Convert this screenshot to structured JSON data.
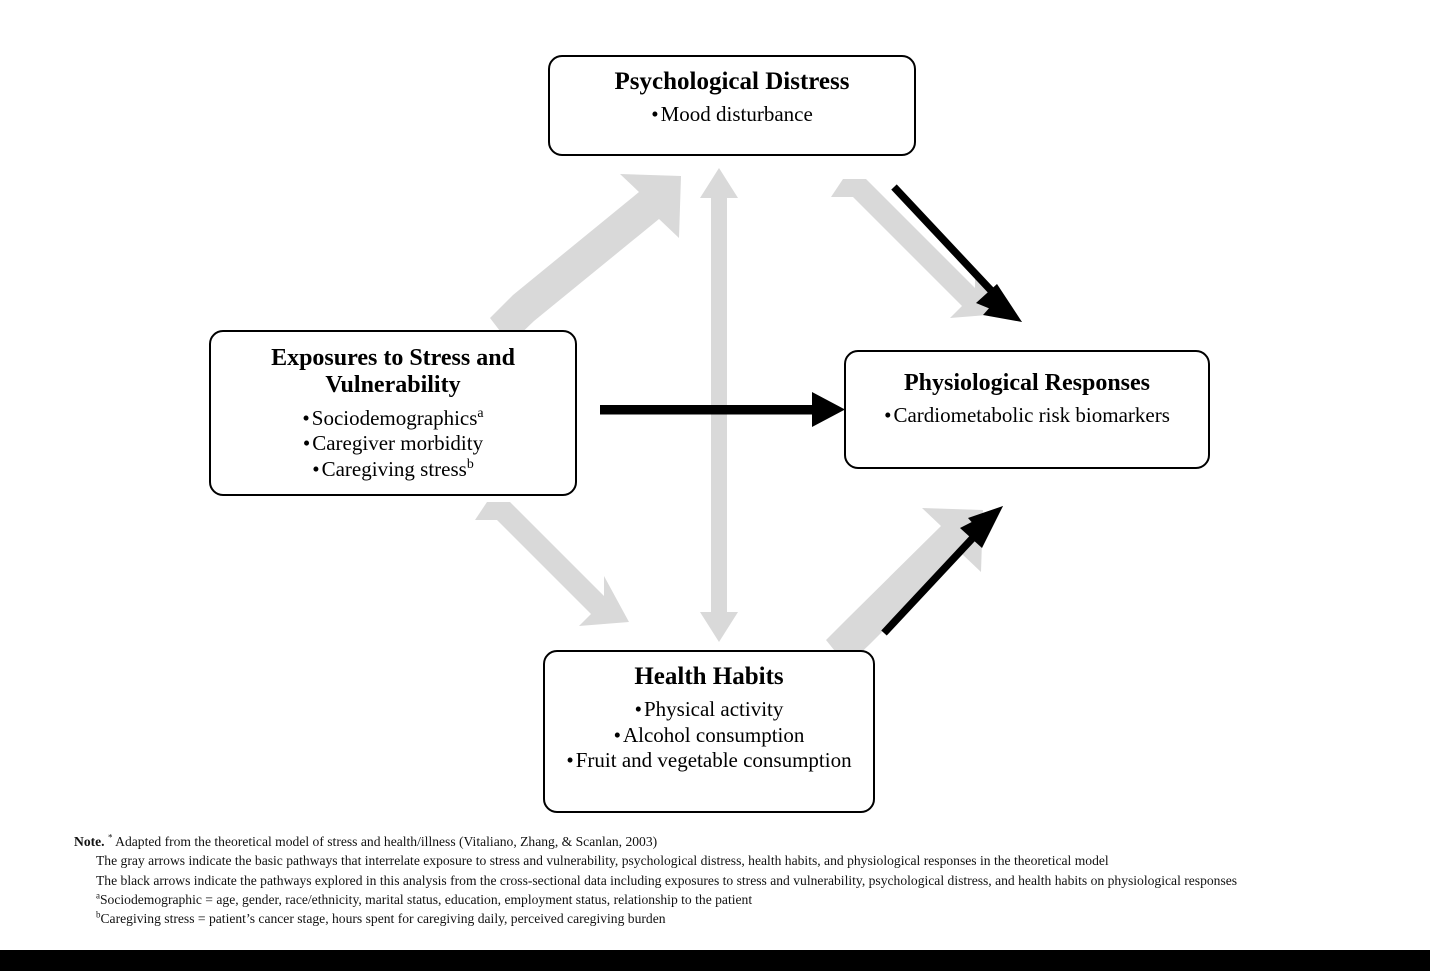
{
  "figure": {
    "type": "conceptual-path-diagram",
    "boxes": [
      {
        "id": "psychological-distress",
        "title": "Psychological Distress",
        "bullets": [
          "Mood disturbance"
        ]
      },
      {
        "id": "exposures-to-stress-and-vulnerability",
        "title_line1": "Exposures to Stress and",
        "title_line2": "Vulnerability",
        "bullets": [
          "Sociodemographics",
          "Caregiver morbidity",
          "Caregiving stress"
        ],
        "bullet_superscripts": [
          "a",
          "",
          "b"
        ]
      },
      {
        "id": "physiological-responses",
        "title": "Physiological Responses",
        "bullets": [
          "Cardiometabolic risk biomarkers"
        ]
      },
      {
        "id": "health-habits",
        "title": "Health Habits",
        "bullets": [
          "Physical activity",
          "Alcohol consumption",
          "Fruit and vegetable consumption"
        ]
      }
    ],
    "bullet_glyph": "•",
    "colors": {
      "gray_arrow": "#d9d9d9",
      "black_arrow": "#000000",
      "box_border": "#000000",
      "background": "#ffffff"
    },
    "arrows": [
      {
        "name": "gray-exposures-to-distress",
        "style": "gray-block",
        "from": "exposures-to-stress-and-vulnerability",
        "to": "psychological-distress"
      },
      {
        "name": "gray-habits-to-distress",
        "style": "gray-block-double",
        "from": "health-habits",
        "to": "psychological-distress"
      },
      {
        "name": "gray-distress-to-physiological",
        "style": "gray-block",
        "from": "psychological-distress",
        "to": "physiological-responses"
      },
      {
        "name": "gray-exposures-to-habits",
        "style": "gray-block",
        "from": "exposures-to-stress-and-vulnerability",
        "to": "health-habits"
      },
      {
        "name": "gray-habits-to-physiological",
        "style": "gray-block",
        "from": "health-habits",
        "to": "physiological-responses"
      },
      {
        "name": "black-distress-to-physiological",
        "style": "black-line",
        "from": "psychological-distress",
        "to": "physiological-responses"
      },
      {
        "name": "black-exposures-to-physiological",
        "style": "black-thick",
        "from": "exposures-to-stress-and-vulnerability",
        "to": "physiological-responses"
      },
      {
        "name": "black-habits-to-physiological",
        "style": "black-line",
        "from": "health-habits",
        "to": "physiological-responses"
      }
    ]
  },
  "note": {
    "label": "Note.",
    "star": "*",
    "line1": "Adapted from the theoretical model of stress and health/illness (Vitaliano, Zhang, & Scanlan, 2003)",
    "line2": "The gray arrows indicate the basic pathways that interrelate exposure to stress and vulnerability, psychological distress, health habits, and physiological responses in the theoretical model",
    "line3": "The black arrows indicate the pathways explored in this analysis from the cross-sectional data including exposures to stress and vulnerability, psychological distress, and health habits on physiological responses",
    "footnote_a_marker": "a",
    "footnote_a": "Sociodemographic = age, gender, race/ethnicity, marital status, education, employment status, relationship to the patient",
    "footnote_b_marker": "b",
    "footnote_b": "Caregiving stress = patient’s cancer stage, hours spent for caregiving daily, perceived caregiving burden"
  }
}
